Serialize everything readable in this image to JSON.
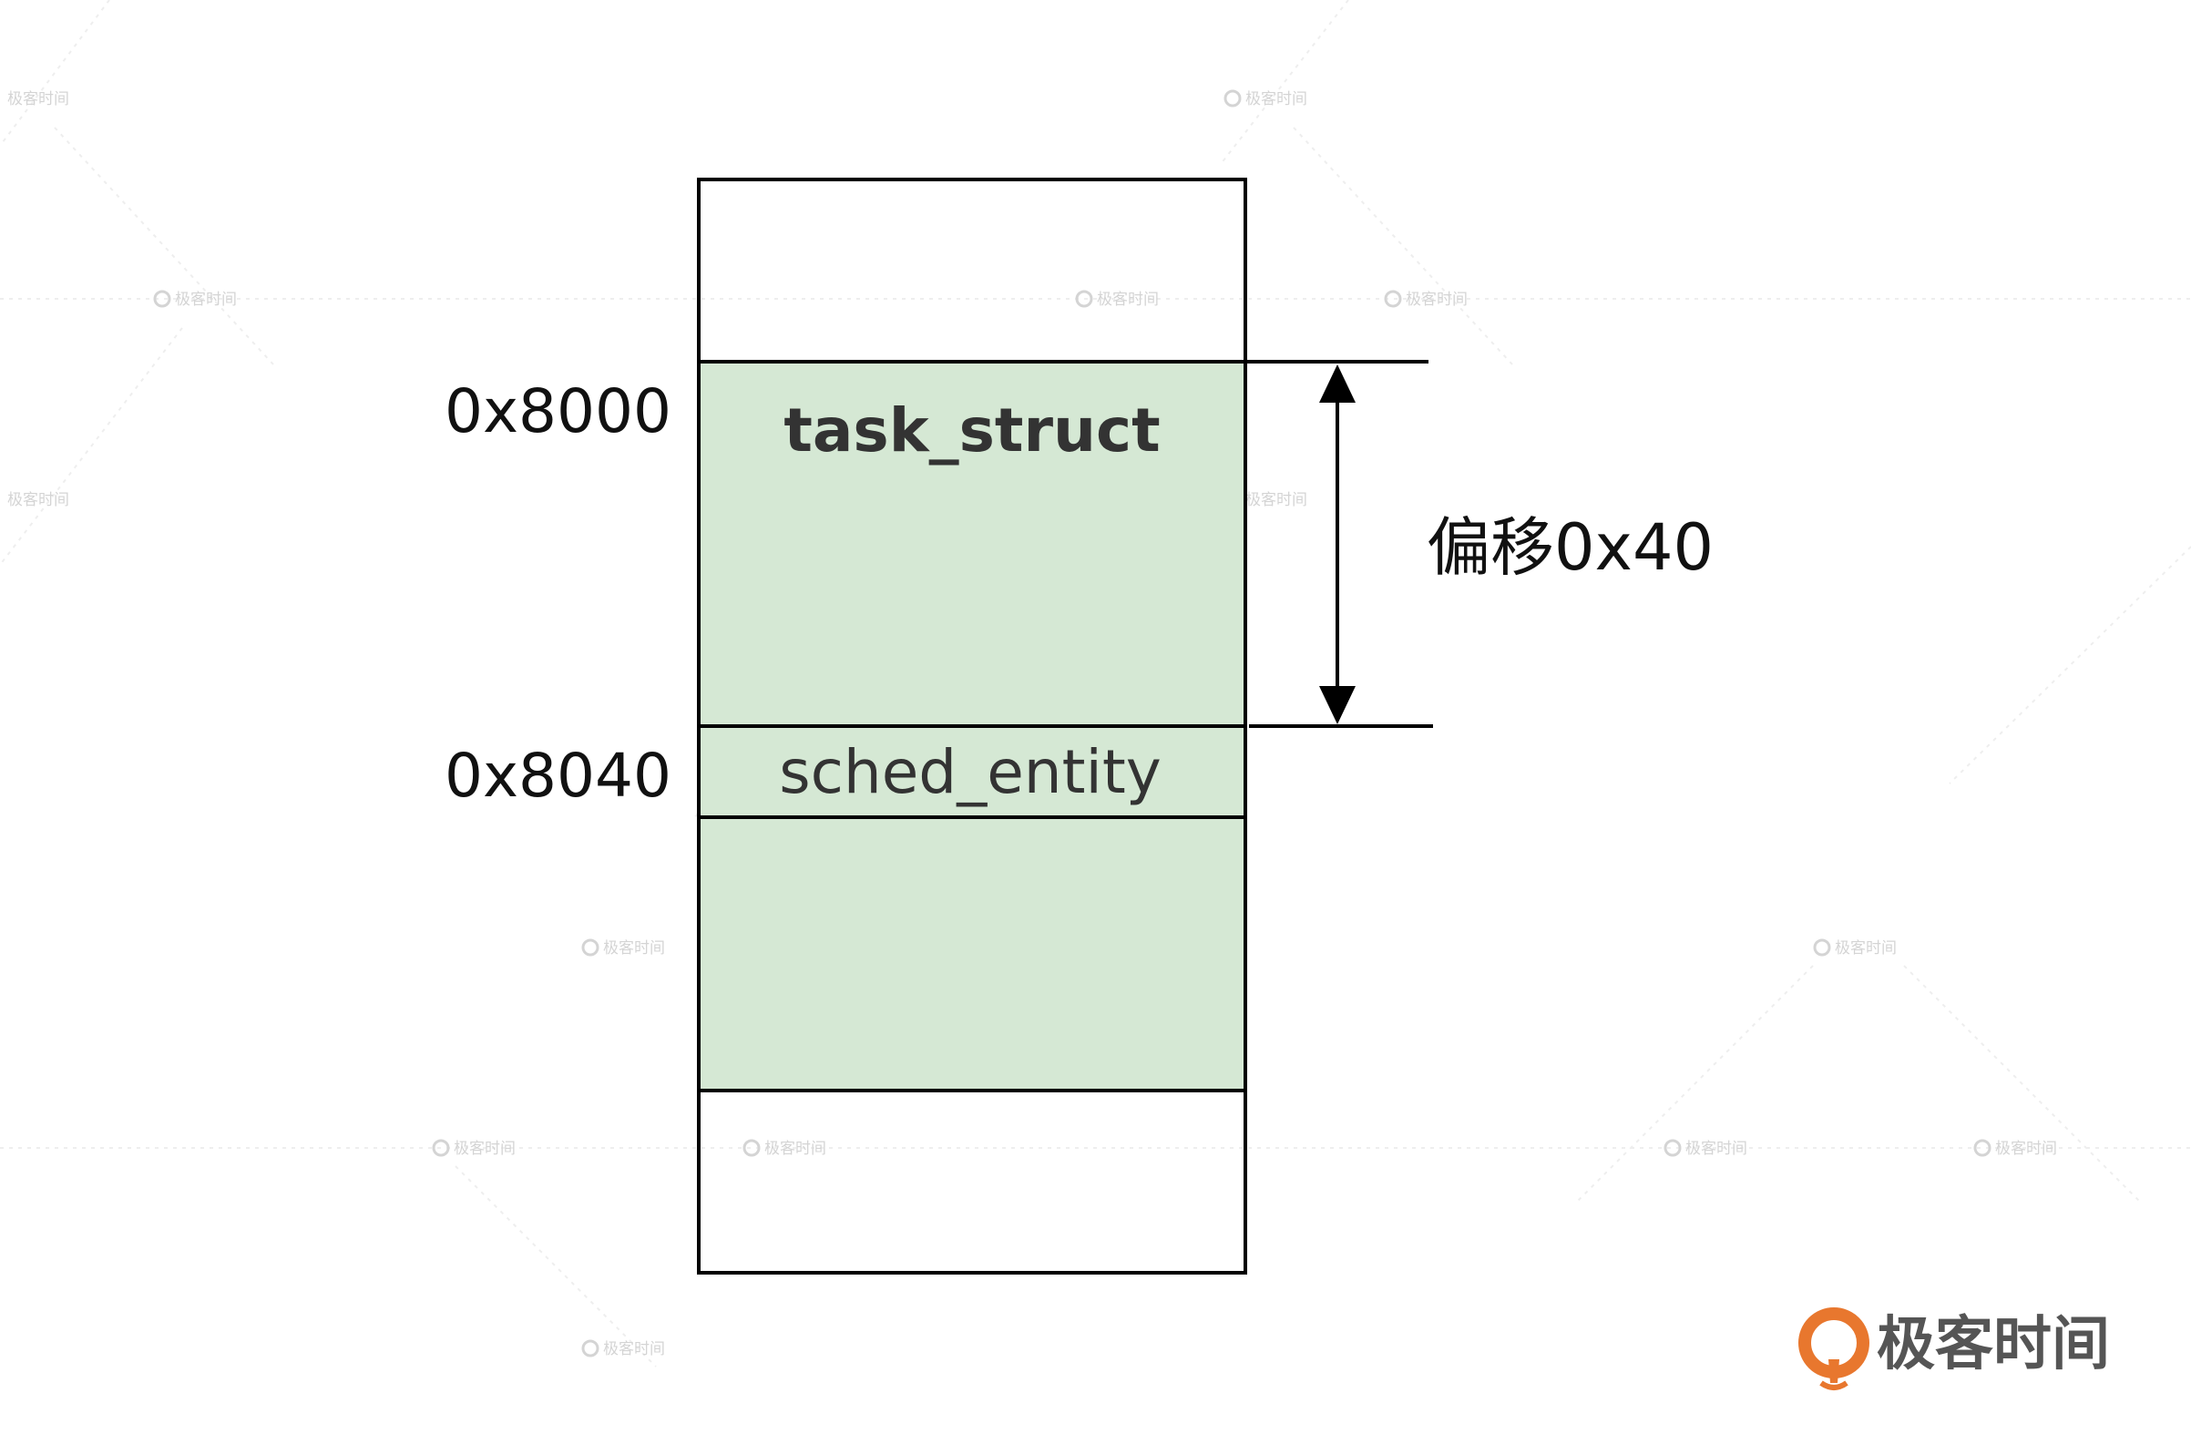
{
  "addresses": {
    "start": "0x8000",
    "field": "0x8040"
  },
  "struct": {
    "name": "task_struct",
    "field": "sched_entity"
  },
  "offset_label": "偏移0x40",
  "brand": {
    "name": "极客时间",
    "watermark": "极客时间"
  },
  "colors": {
    "struct_fill": "#d5e8d4",
    "outline": "#000000",
    "brand_orange": "#e8772e"
  }
}
